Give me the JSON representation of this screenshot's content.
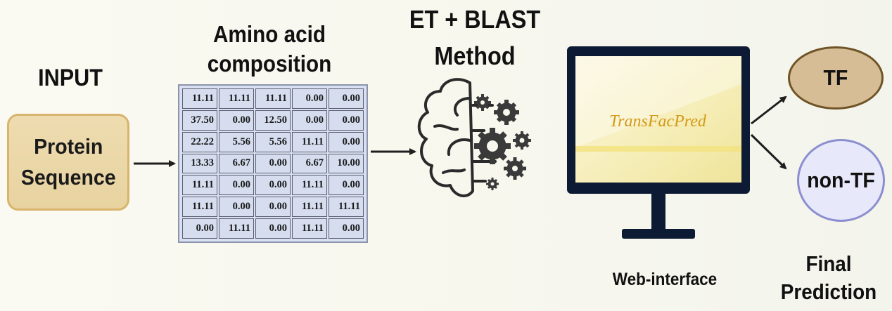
{
  "input": {
    "label": "INPUT",
    "box_text": "Protein\nSequence"
  },
  "composition": {
    "title": "Amino acid composition",
    "rows": [
      [
        "11.11",
        "11.11",
        "11.11",
        "0.00",
        "0.00"
      ],
      [
        "37.50",
        "0.00",
        "12.50",
        "0.00",
        "0.00"
      ],
      [
        "22.22",
        "5.56",
        "5.56",
        "11.11",
        "0.00"
      ],
      [
        "13.33",
        "6.67",
        "0.00",
        "6.67",
        "10.00"
      ],
      [
        "11.11",
        "0.00",
        "0.00",
        "11.11",
        "0.00"
      ],
      [
        "11.11",
        "0.00",
        "0.00",
        "11.11",
        "11.11"
      ],
      [
        "0.00",
        "11.11",
        "0.00",
        "11.11",
        "0.00"
      ]
    ]
  },
  "method": {
    "title": "ET + BLAST Method",
    "icon": "brain-gears-icon"
  },
  "web_interface": {
    "screen_text": "TransFacPred",
    "caption": "Web-interface",
    "icon": "monitor-icon"
  },
  "outputs": {
    "tf_label": "TF",
    "non_tf_label": "non-TF",
    "caption": "Final\nPrediction"
  },
  "colors": {
    "protein_fill": "#eedcb0",
    "protein_border": "#d8b46c",
    "matrix_fill": "#d5ddef",
    "tf_fill": "#d7bd95",
    "non_tf_fill": "#e8e8fb",
    "monitor_frame": "#0d1a33",
    "brand_text": "#d39a18"
  }
}
